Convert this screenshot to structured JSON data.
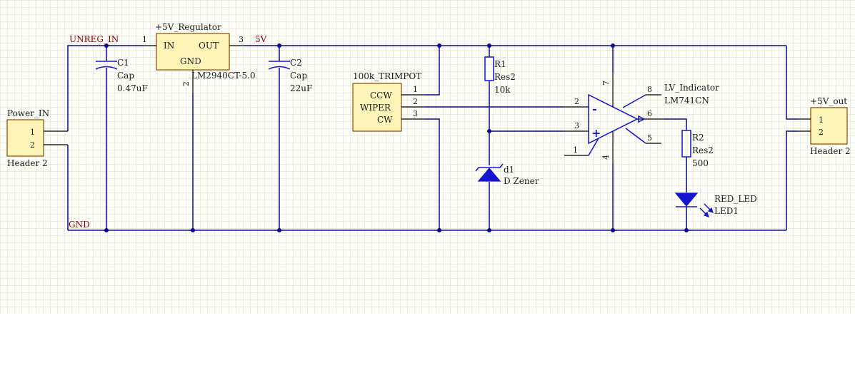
{
  "nets": {
    "unreg_in": "UNREG_IN",
    "v5": "5V",
    "gnd": "GND"
  },
  "power_in": {
    "designator": "Power_IN",
    "comment": "Header 2",
    "pin1": "1",
    "pin2": "2"
  },
  "c1": {
    "designator": "C1",
    "comment": "Cap",
    "value": "0.47uF"
  },
  "regulator": {
    "designator": "+5V_Regulator",
    "comment": "LM2940CT-5.0",
    "in_label": "IN",
    "out_label": "OUT",
    "gnd_label": "GND",
    "pin_in": "1",
    "pin_gnd": "2",
    "pin_out": "3"
  },
  "c2": {
    "designator": "C2",
    "comment": "Cap",
    "value": "22uF"
  },
  "trimpot": {
    "designator": "100k_TRIMPOT",
    "ccw": "CCW",
    "wiper": "WIPER",
    "cw": "CW",
    "pin1": "1",
    "pin2": "2",
    "pin3": "3"
  },
  "r1": {
    "designator": "R1",
    "comment": "Res2",
    "value": "10k"
  },
  "zener": {
    "designator": "d1",
    "comment": "D Zener"
  },
  "opamp": {
    "designator": "LV_Indicator",
    "comment": "LM741CN",
    "minus": "-",
    "plus": "+",
    "pins": {
      "p1": "1",
      "p2": "2",
      "p3": "3",
      "p4": "4",
      "p5": "5",
      "p6": "6",
      "p7": "7",
      "p8": "8"
    }
  },
  "r2": {
    "designator": "R2",
    "comment": "Res2",
    "value": "500"
  },
  "led": {
    "designator": "RED_LED",
    "comment": "LED1"
  },
  "out_header": {
    "designator": "+5V_out",
    "comment": "Header 2",
    "pin1": "1",
    "pin2": "2"
  },
  "colors": {
    "wire": "#0a0a8c",
    "component_body": "#fff4b8",
    "component_border": "#8b4a00",
    "symbol_blue": "#1414d2",
    "net_label": "#8b0000",
    "sheet": "#fefef8"
  }
}
